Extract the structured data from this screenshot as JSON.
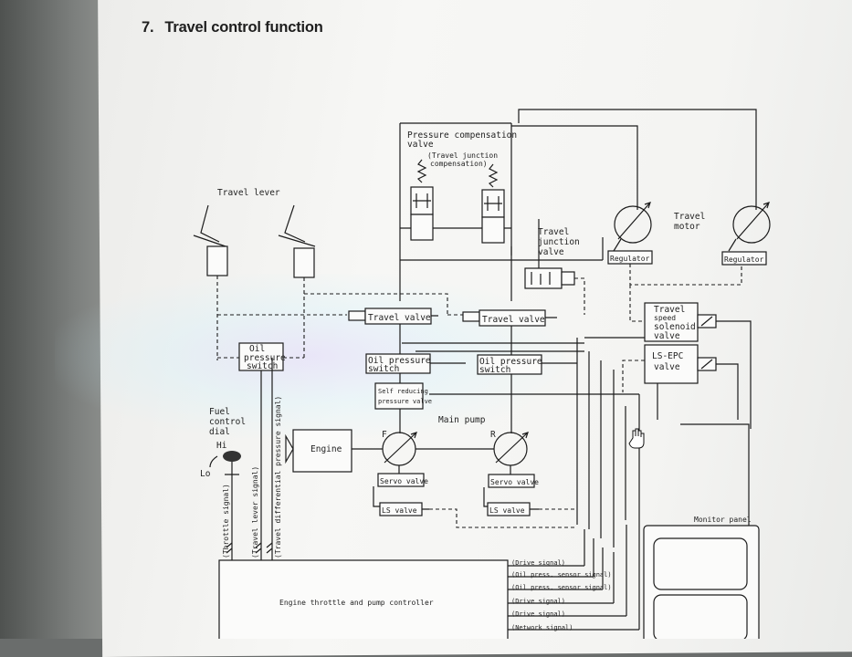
{
  "page": {
    "section_number": "7.",
    "section_title": "Travel control function"
  },
  "labels": {
    "pressure_comp_valve_1": "Pressure compensation",
    "pressure_comp_valve_2": "valve",
    "travel_junction_comp_1": "(Travel junction",
    "travel_junction_comp_2": "compensation)",
    "travel_lever": "Travel lever",
    "travel_junction_valve_1": "Travel",
    "travel_junction_valve_2": "junction",
    "travel_junction_valve_3": "valve",
    "travel_motor_1": "Travel",
    "travel_motor_2": "motor",
    "regulator_left": "Regulator",
    "regulator_right": "Regulator",
    "travel_valve_left": "Travel valve",
    "travel_valve_right": "Travel valve",
    "travel_speed_solenoid_1": "Travel",
    "travel_speed_solenoid_2": "speed",
    "travel_speed_solenoid_3": "solenoid",
    "travel_speed_solenoid_4": "valve",
    "ls_epc_valve_1": "LS-EPC",
    "ls_epc_valve_2": "valve",
    "oil_pressure_switch_left_1": "Oil",
    "oil_pressure_switch_left_2": "pressure",
    "oil_pressure_switch_left_3": "switch",
    "oil_pressure_switch_mid_1": "Oil pressure",
    "oil_pressure_switch_mid_2": "switch",
    "oil_pressure_switch_right_1": "Oil pressure",
    "oil_pressure_switch_right_2": "switch",
    "self_reducing_1": "Self reducing",
    "self_reducing_2": "pressure valve",
    "fuel_control_dial_1": "Fuel",
    "fuel_control_dial_2": "control",
    "fuel_control_dial_3": "dial",
    "dial_hi": "Hi",
    "dial_lo": "Lo",
    "main_pump": "Main pump",
    "pump_f": "F",
    "pump_r": "R",
    "engine": "Engine",
    "servo_valve_left": "Servo valve",
    "servo_valve_right": "Servo valve",
    "ls_valve_left": "LS valve",
    "ls_valve_right": "LS valve",
    "signal_throttle": "(Throttle signal)",
    "signal_travel_lever": "(Travel lever signal)",
    "signal_travel_diff_pressure": "(Travel differential pressure signal)",
    "controller": "Engine throttle and pump controller",
    "monitor_panel": "Monitor panel"
  },
  "controller_signals": [
    "(Drive signal)",
    "(Oil press. sensor signal)",
    "(Oil press. sensor signal)",
    "(Drive signal)",
    "(Drive signal)",
    "(Network signal)"
  ]
}
